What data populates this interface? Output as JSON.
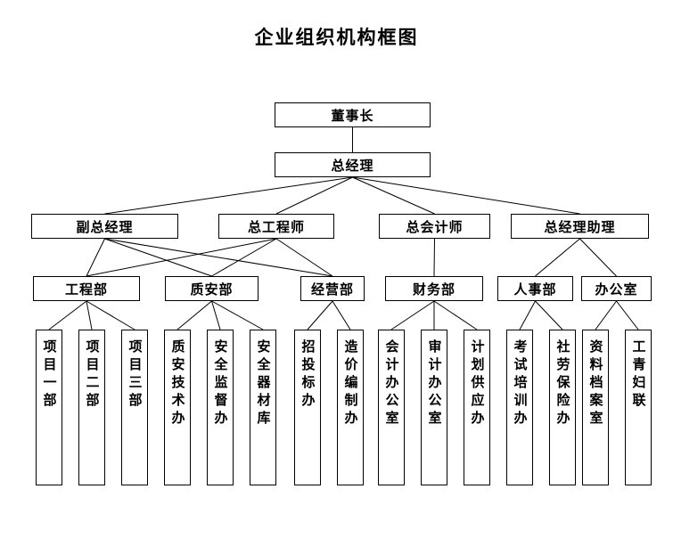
{
  "title": "企业组织机构框图",
  "colors": {
    "line": "#000000",
    "border": "#000000",
    "background": "#ffffff"
  },
  "nodes": {
    "chairman": {
      "label": "董事长"
    },
    "gm": {
      "label": "总经理"
    },
    "dgm": {
      "label": "副总经理"
    },
    "ce": {
      "label": "总工程师"
    },
    "ca": {
      "label": "总会计师"
    },
    "gma": {
      "label": "总经理助理"
    },
    "eng": {
      "label": "工程部"
    },
    "qs": {
      "label": "质安部"
    },
    "biz": {
      "label": "经营部"
    },
    "fin": {
      "label": "财务部"
    },
    "hr": {
      "label": "人事部"
    },
    "office": {
      "label": "办公室"
    },
    "p1": {
      "label": "项目一部"
    },
    "p2": {
      "label": "项目二部"
    },
    "p3": {
      "label": "项目三部"
    },
    "q1": {
      "label": "质安技术办"
    },
    "q2": {
      "label": "安全监督办"
    },
    "q3": {
      "label": "安全器材库"
    },
    "b1": {
      "label": "招投标办"
    },
    "b2": {
      "label": "造价编制办"
    },
    "f1": {
      "label": "会计办公室"
    },
    "f2": {
      "label": "审计办公室"
    },
    "f3": {
      "label": "计划供应办"
    },
    "h1": {
      "label": "考试培训办"
    },
    "h2": {
      "label": "社劳保险办"
    },
    "o1": {
      "label": "资料档案室"
    },
    "o2": {
      "label": "工青妇联"
    }
  },
  "edges": [
    [
      "chairman",
      "gm"
    ],
    [
      "gm",
      "dgm"
    ],
    [
      "gm",
      "ce"
    ],
    [
      "gm",
      "ca"
    ],
    [
      "gm",
      "gma"
    ],
    [
      "dgm",
      "eng"
    ],
    [
      "dgm",
      "qs"
    ],
    [
      "dgm",
      "biz"
    ],
    [
      "ce",
      "eng"
    ],
    [
      "ce",
      "qs"
    ],
    [
      "ce",
      "biz"
    ],
    [
      "ca",
      "fin"
    ],
    [
      "gma",
      "hr"
    ],
    [
      "gma",
      "office"
    ],
    [
      "eng",
      "p1"
    ],
    [
      "eng",
      "p2"
    ],
    [
      "eng",
      "p3"
    ],
    [
      "qs",
      "q1"
    ],
    [
      "qs",
      "q2"
    ],
    [
      "qs",
      "q3"
    ],
    [
      "biz",
      "b1"
    ],
    [
      "biz",
      "b2"
    ],
    [
      "fin",
      "f1"
    ],
    [
      "fin",
      "f2"
    ],
    [
      "fin",
      "f3"
    ],
    [
      "hr",
      "h1"
    ],
    [
      "hr",
      "h2"
    ],
    [
      "office",
      "o1"
    ],
    [
      "office",
      "o2"
    ]
  ]
}
